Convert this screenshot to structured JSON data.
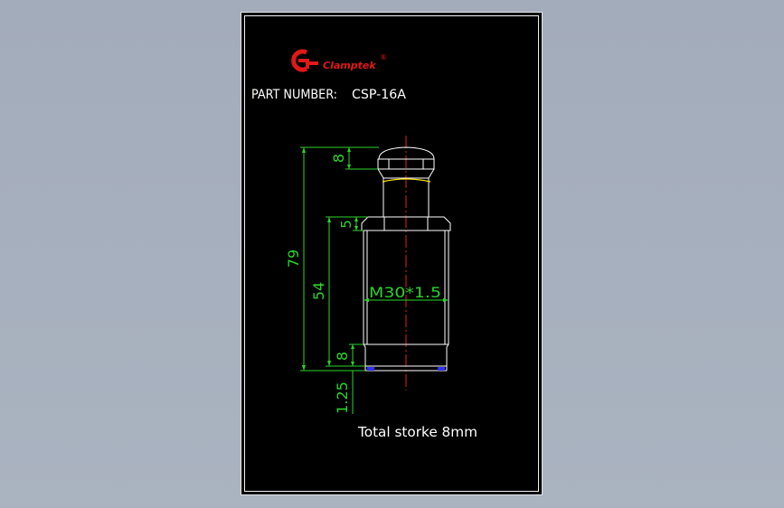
{
  "brand": {
    "logo_text": "Clamptek",
    "registered_mark": "®",
    "color": "#e01818"
  },
  "header": {
    "part_number_label": "PART NUMBER:",
    "part_number_value": "CSP-16A"
  },
  "dimensions": {
    "overall_height": "79",
    "body_length": "54",
    "cap_height": "8",
    "nut_height": "5",
    "base_height": "8",
    "pad_thickness": "1.25",
    "thread": "M30*1.5"
  },
  "note": "Total storke 8mm",
  "colors": {
    "background": "#a7b0bd",
    "sheet": "#000000",
    "outline": "#ffffff",
    "dimension": "#2bd42b",
    "centerline": "#e02020",
    "accent": "#ffe600",
    "pad": "#3030ff"
  }
}
